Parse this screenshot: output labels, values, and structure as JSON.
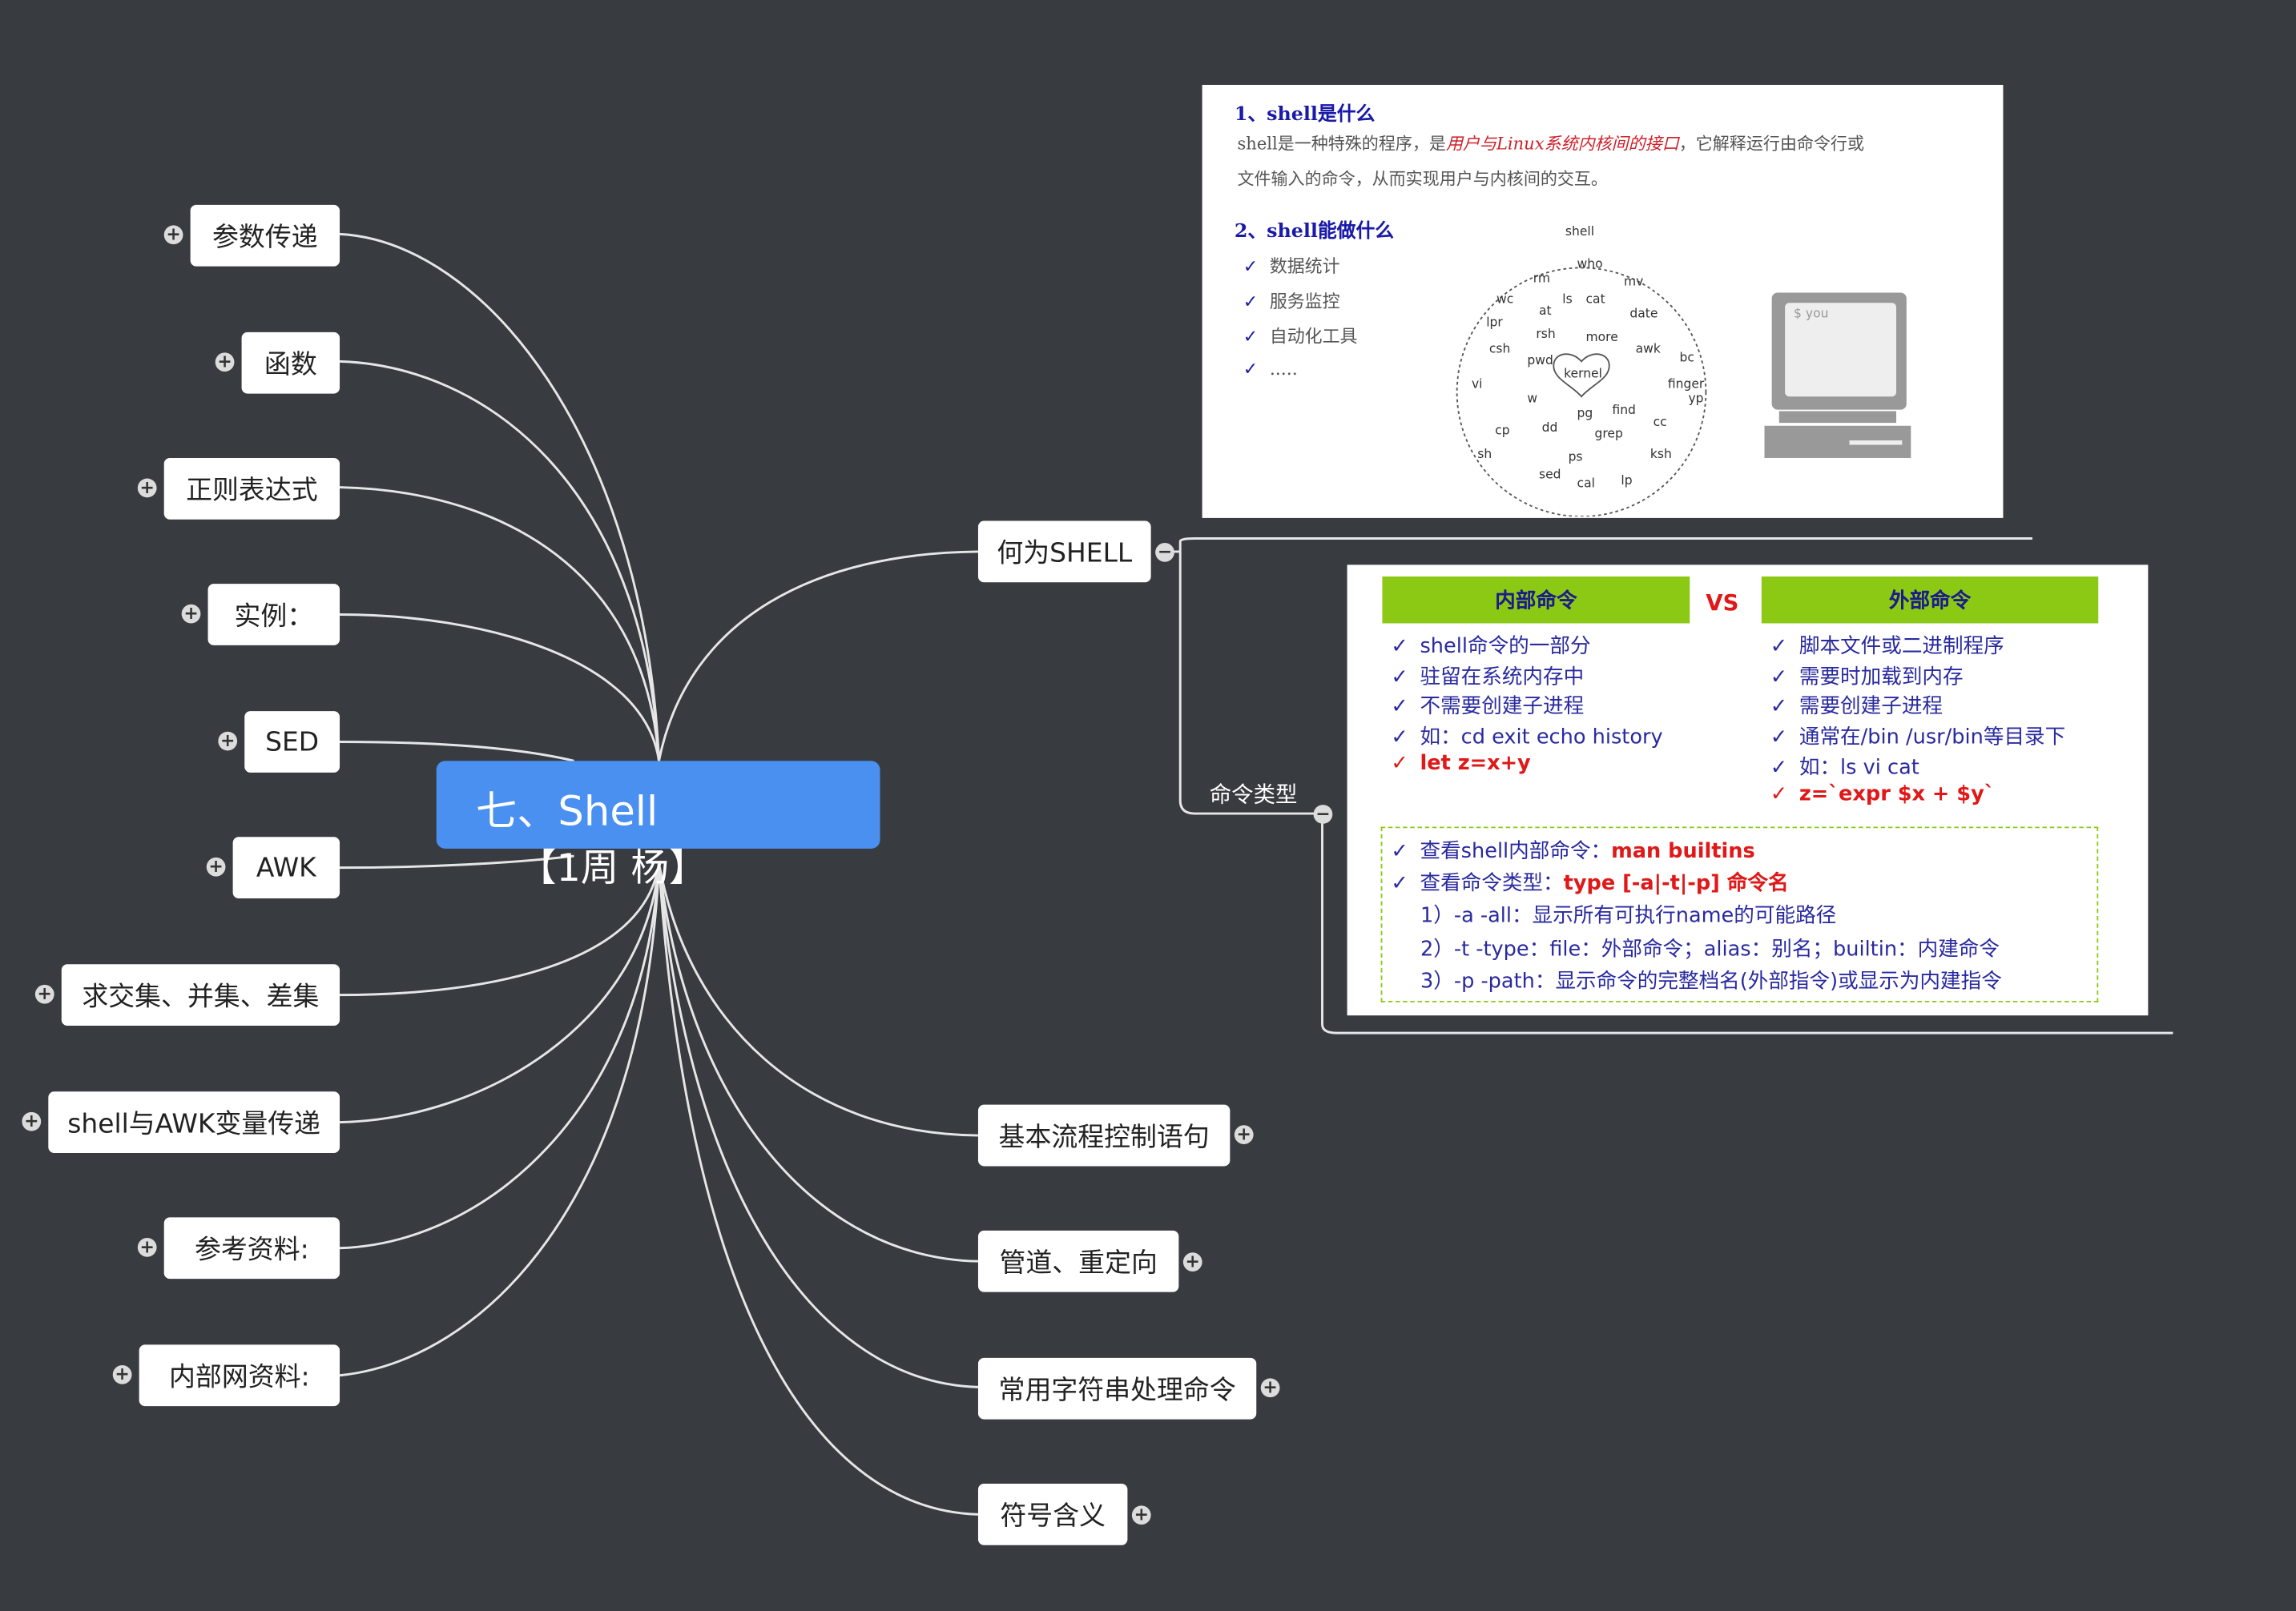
{
  "central": {
    "title": "七、Shell",
    "subtitle": "【1周 杨】"
  },
  "left_nodes": [
    "参数传递",
    "函数",
    "正则表达式",
    "实例：",
    "SED",
    "AWK",
    "求交集、并集、差集",
    "shell与AWK变量传递",
    "参考资料:",
    "内部网资料:"
  ],
  "right_nodes": {
    "what_is_shell": "何为SHELL",
    "flow_control": "基本流程控制语句",
    "pipes": "管道、重定向",
    "string_cmds": "常用字符串处理命令",
    "symbols": "符号含义"
  },
  "command_types_label": "命令类型",
  "toggles": {
    "expand": "+",
    "collapse": "−"
  },
  "panel1": {
    "heading1": "1、shell是什么",
    "desc_part1": "shell是一种特殊的程序，是",
    "desc_highlight": "用户与Linux系统内核间的接口",
    "desc_part2": "，它解释运行由命令行或",
    "desc_line2": "文件输入的命令，从而实现用户与内核间的交互。",
    "heading2": "2、shell能做什么",
    "uses": [
      "数据统计",
      "服务监控",
      "自动化工具",
      "....."
    ],
    "diagram": {
      "shell_label": "shell",
      "kernel_label": "kernel",
      "commands": [
        "who",
        "rm",
        "mv",
        "wc",
        "ls",
        "cat",
        "at",
        "date",
        "lpr",
        "rsh",
        "more",
        "csh",
        "awk",
        "pwd",
        "bc",
        "vi",
        "finger",
        "w",
        "yp",
        "pg",
        "find",
        "cp",
        "dd",
        "cc",
        "grep",
        "sh",
        "ps",
        "ksh",
        "sed",
        "cal",
        "lp"
      ],
      "terminal_text": "$ you"
    }
  },
  "panel2": {
    "internal_title": "内部命令",
    "vs_label": "VS",
    "external_title": "外部命令",
    "internal_items": [
      "shell命令的一部分",
      "驻留在系统内存中",
      "不需要创建子进程",
      "如：cd exit echo history"
    ],
    "internal_example": "let z=x+y",
    "external_items": [
      "脚本文件或二进制程序",
      "需要时加载到内存",
      "需要创建子进程",
      "通常在/bin /usr/bin等目录下",
      "如：ls vi cat"
    ],
    "external_example": "z=`expr $x + $y`",
    "check_internal_prefix": "查看shell内部命令：",
    "check_internal_cmd": "man builtins",
    "check_type_prefix": "查看命令类型：",
    "check_type_cmd": "type [-a|-t|-p] 命令名",
    "options": [
      "1）-a -all：显示所有可执行name的可能路径",
      "2）-t -type：file：外部命令；alias：别名；builtin：内建命令",
      "3）-p -path：显示命令的完整档名(外部指令)或显示为内建指令"
    ],
    "check_mark": "✓"
  }
}
